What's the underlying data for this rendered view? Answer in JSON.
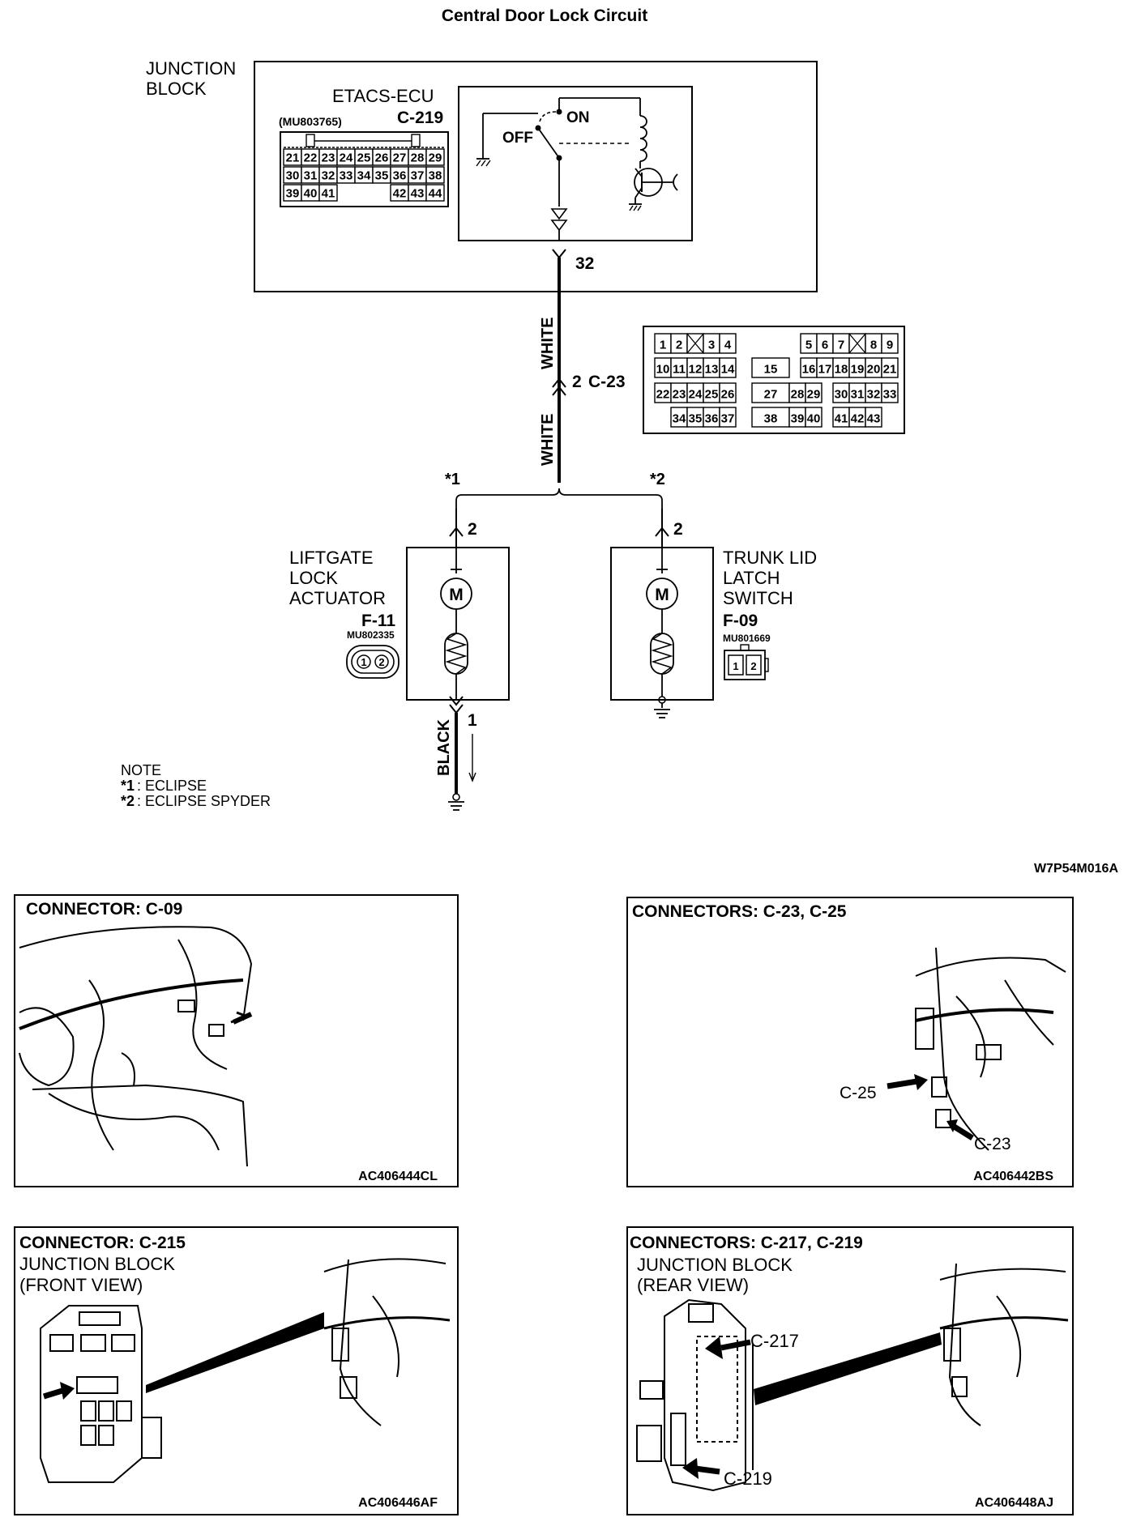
{
  "title": "Central Door Lock Circuit",
  "figure_code": "W7P54M016A",
  "junction_block": {
    "label_line1": "JUNCTION",
    "label_line2": "BLOCK",
    "ecu_name": "ETACS-ECU",
    "part_no": "(MU803765)",
    "connector_id": "C-219",
    "switch_on": "ON",
    "switch_off": "OFF",
    "pin": "32",
    "pins": [
      [
        "21",
        "22",
        "23",
        "24",
        "25",
        "26",
        "27",
        "28",
        "29"
      ],
      [
        "30",
        "31",
        "32",
        "33",
        "34",
        "35",
        "36",
        "37",
        "38"
      ],
      [
        "39",
        "40",
        "41",
        "42",
        "43",
        "44"
      ]
    ]
  },
  "wiring": {
    "color_upper": "WHITE",
    "color_lower": "WHITE",
    "junction_pin": "2",
    "junction_connector": "C-23",
    "branch_left": "*1",
    "branch_right": "*2",
    "ground_color": "BLACK"
  },
  "c23_pins": {
    "r1_left": [
      "1",
      "2",
      "",
      "3",
      "4"
    ],
    "r1_mid": "15",
    "r1_right": [
      "5",
      "6",
      "7",
      "",
      "8",
      "9"
    ],
    "r2_left": [
      "10",
      "11",
      "12",
      "13",
      "14"
    ],
    "r2_right": [
      "16",
      "17",
      "18",
      "19",
      "20",
      "21"
    ],
    "r3_left": [
      "22",
      "23",
      "24",
      "25",
      "26"
    ],
    "r3_mid": [
      "27",
      "28",
      "29"
    ],
    "r3_right": [
      "30",
      "31",
      "32",
      "33"
    ],
    "r4_left": [
      "34",
      "35",
      "36",
      "37"
    ],
    "r4_mid": [
      "38",
      "39",
      "40"
    ],
    "r4_right": [
      "41",
      "42",
      "43"
    ]
  },
  "liftgate": {
    "line1": "LIFTGATE",
    "line2": "LOCK",
    "line3": "ACTUATOR",
    "connector_id": "F-11",
    "part_no": "MU802335",
    "pin_top": "2",
    "pin_bottom": "1",
    "pins": [
      "1",
      "2"
    ]
  },
  "trunk": {
    "line1": "TRUNK LID",
    "line2": "LATCH",
    "line3": "SWITCH",
    "connector_id": "F-09",
    "part_no": "MU801669",
    "pin_top": "2",
    "pins": [
      "1",
      "2"
    ]
  },
  "motor_symbol": "M",
  "note": {
    "heading": "NOTE",
    "line1_mark": "*1",
    "line1_text": ": ECLIPSE",
    "line2_mark": "*2",
    "line2_text": ": ECLIPSE SPYDER"
  },
  "panels": [
    {
      "title": "CONNECTOR: C-09",
      "sub1": "",
      "sub2": "",
      "code": "AC406444CL",
      "label_a": "",
      "label_b": ""
    },
    {
      "title": "CONNECTORS: C-23, C-25",
      "sub1": "",
      "sub2": "",
      "code": "AC406442BS",
      "label_a": "C-25",
      "label_b": "C-23"
    },
    {
      "title": "CONNECTOR: C-215",
      "sub1": "JUNCTION BLOCK",
      "sub2": "(FRONT VIEW)",
      "code": "AC406446AF",
      "label_a": "",
      "label_b": ""
    },
    {
      "title": "CONNECTORS: C-217, C-219",
      "sub1": "JUNCTION BLOCK",
      "sub2": "(REAR VIEW)",
      "code": "AC406448AJ",
      "label_a": "C-217",
      "label_b": "C-219"
    }
  ]
}
